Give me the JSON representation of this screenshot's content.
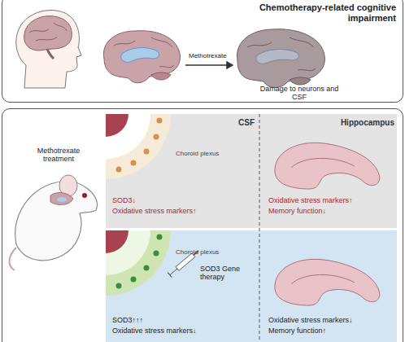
{
  "diagram": {
    "nodes": [
      {
        "text": [
          "Chemotherapy-related cognitive impairment"
        ]
      },
      {
        "text": [
          "Methotrexate treatment"
        ]
      },
      {
        "text": [
          "CSF",
          "Choroid plexus",
          "SOD3↓",
          "Oxidative stress markers↑"
        ],
        "in": 1
      },
      {
        "text": [
          "Hippocampus",
          "Oxidative stress markers↑",
          "Memory function↓"
        ],
        "in": 1
      },
      {
        "text": [
          "Choroid plexus",
          "SOD3 Gene therapy",
          "SOD3↑↑↑",
          "Oxidative stress markers↓"
        ],
        "in": 1
      },
      {
        "text": [
          "Oxidative stress markers↓",
          "Memory function↑"
        ],
        "in": 1
      }
    ],
    "labels": [
      "Methotrexate",
      "Damage to neurons and CSF"
    ]
  }
}
